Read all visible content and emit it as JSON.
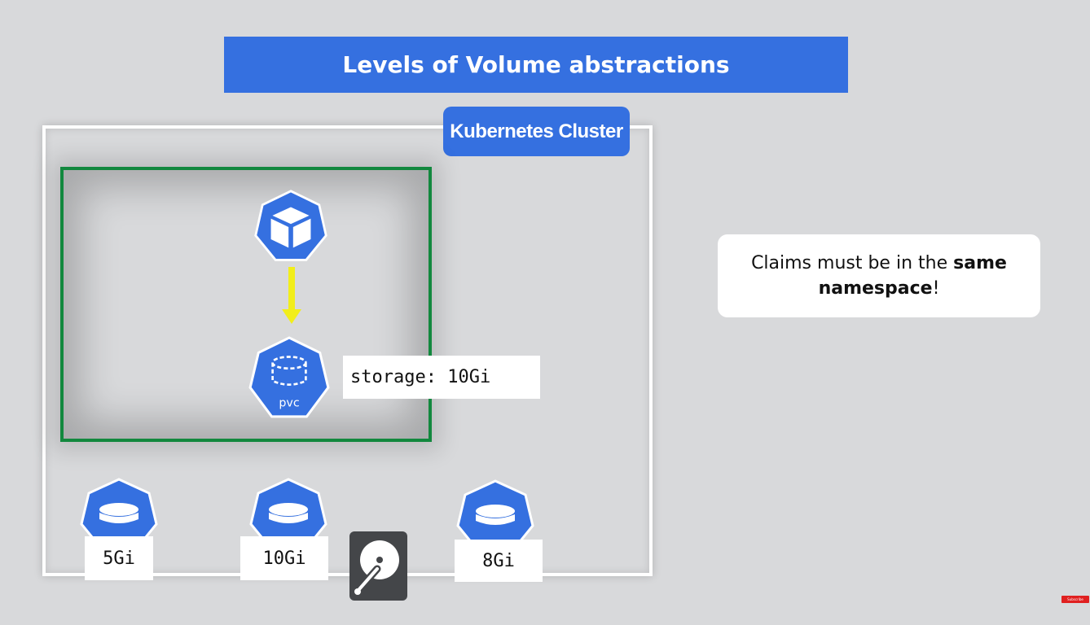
{
  "title": "Levels of Volume abstractions",
  "cluster": {
    "label": "Kubernetes Cluster"
  },
  "pod": {
    "icon": "pod-cube-icon"
  },
  "pvc": {
    "icon": "pvc-icon",
    "label": "pvc",
    "storage_text": "storage: 10Gi"
  },
  "persistent_volumes": [
    {
      "icon": "pv-icon",
      "capacity": "5Gi"
    },
    {
      "icon": "pv-icon",
      "capacity": "10Gi"
    },
    {
      "icon": "pv-icon",
      "capacity": "8Gi"
    }
  ],
  "disk": {
    "icon": "hard-disk-icon"
  },
  "note": {
    "prefix": "Claims must be in the ",
    "bold": "same namespace",
    "suffix": "!"
  },
  "colors": {
    "background": "#d8d9db",
    "accent_blue": "#3570e0",
    "namespace_green": "#12883e",
    "arrow_yellow": "#f2ee1a"
  },
  "subscribe": {
    "label": "Subscribe"
  }
}
